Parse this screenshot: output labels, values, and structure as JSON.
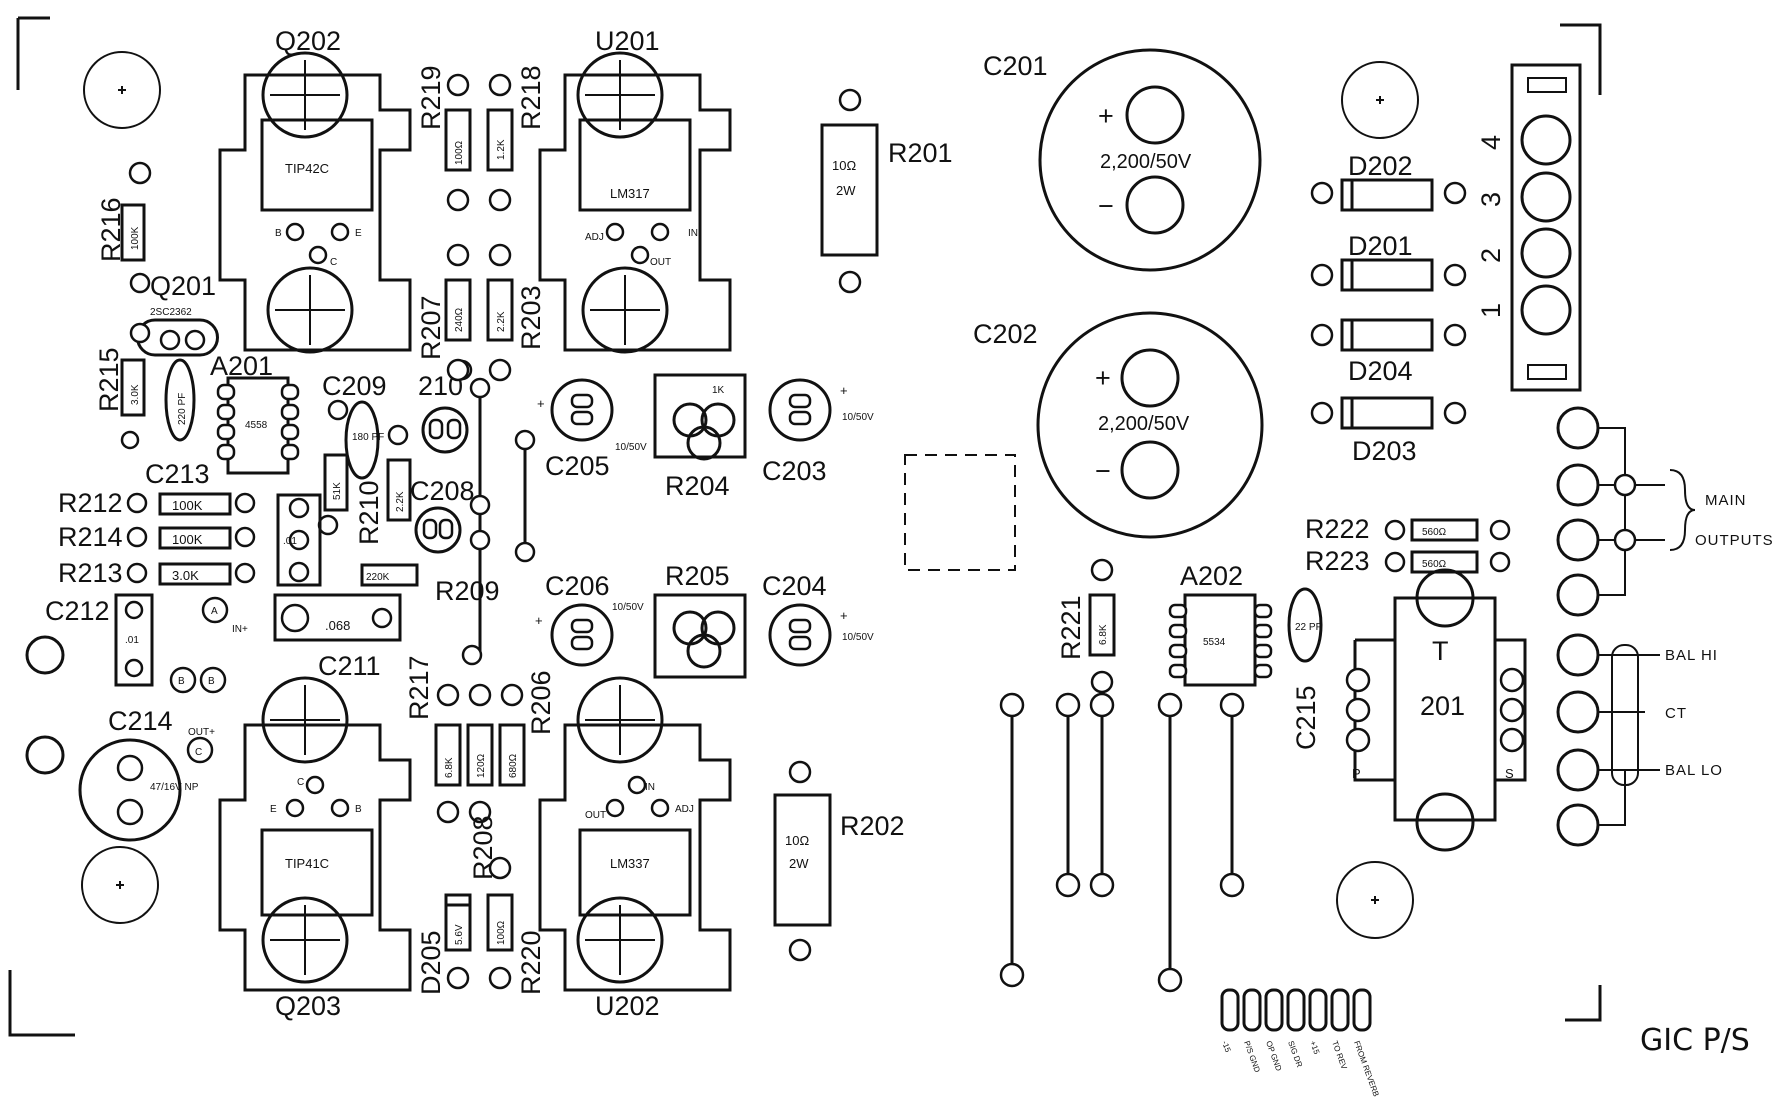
{
  "board": {
    "title": "GIC P/S",
    "semiconductors": {
      "q202": "Q202",
      "q201": "Q201",
      "q201_type": "2SC2362",
      "q203": "Q203",
      "tip42c": "TIP42C",
      "tip41c": "TIP41C",
      "u201": "U201",
      "u202": "U202",
      "lm317": "LM317",
      "lm337": "LM337",
      "a201": "A201",
      "a201_type": "4558",
      "a202": "A202",
      "a202_type": "5534",
      "d201": "D201",
      "d202": "D202",
      "d203": "D203",
      "d204": "D204",
      "d205": "D205",
      "d205_value": "5.6V"
    },
    "resistors": {
      "r201": "R201",
      "r201_value": "10Ω",
      "r201_power": "2W",
      "r202": "R202",
      "r202_value": "10Ω",
      "r202_power": "2W",
      "r203": "R203",
      "r203_value": "2.2K",
      "r204": "R204",
      "r204_value": "1K",
      "r205": "R205",
      "r206": "R206",
      "r206_value": "680Ω",
      "r207": "R207",
      "r207_value": "240Ω",
      "r208": "R208",
      "r209": "R209",
      "r210": "R210",
      "r210_value": "51K",
      "r208_value": "2.2K",
      "r212": "R212",
      "r212_value": "100K",
      "r213": "R213",
      "r213_value": "3.0K",
      "r214": "R214",
      "r214_value": "100K",
      "r215": "R215",
      "r215_value": "3.0K",
      "r216": "R216",
      "r216_value": "100K",
      "r217": "R217",
      "r217_value": "6.8K",
      "r218": "R218",
      "r218_value": "1.2K",
      "r219": "R219",
      "r219_value": "100Ω",
      "r220": "R220",
      "r220_value": "100Ω",
      "r220b_value": "120Ω",
      "r221": "R221",
      "r221_value": "6.8K",
      "r222": "R222",
      "r222_value": "560Ω",
      "r223": "R223",
      "r223_value": "560Ω",
      "r209_value": "220K"
    },
    "capacitors": {
      "c201": "C201",
      "c202": "C202",
      "big_value": "2,200/50V",
      "c203": "C203",
      "c204": "C204",
      "c205": "C205",
      "c206": "C206",
      "cap_small": "10/50V",
      "c208": "C208",
      "c209": "C209",
      "c209_value": "180 PF",
      "c210": "210",
      "c211": "C211",
      "c211_value": ".068",
      "c212": "C212",
      "c212_value": ".01",
      "c213": "C213",
      "c213_value": "220 PF",
      "c214": "C214",
      "c214_value": "47/16V NP",
      "c215": "C215",
      "c215_value": "22 PF",
      "c_misc_value": ".01"
    },
    "transformer": {
      "ref": "T",
      "num": "201",
      "p": "P",
      "s": "S"
    },
    "connector_pins": [
      "4",
      "3",
      "2",
      "1"
    ],
    "outputs": {
      "main": "MAIN",
      "outputs": "OUTPUTS",
      "bal_hi": "BAL HI",
      "ct": "CT",
      "bal_lo": "BAL LO"
    },
    "bottom_header": [
      "-15",
      "P/S GND",
      "OP GND",
      "SIG DR",
      "+15",
      "TO REV",
      "FROM REVERB"
    ],
    "pin_marks": {
      "b": "B",
      "c": "C",
      "e": "E",
      "adj": "ADJ",
      "in": "IN",
      "out": "OUT",
      "plus": "+",
      "minus": "−",
      "in_plus": "IN+",
      "out_plus": "OUT+",
      "a": "A"
    }
  }
}
